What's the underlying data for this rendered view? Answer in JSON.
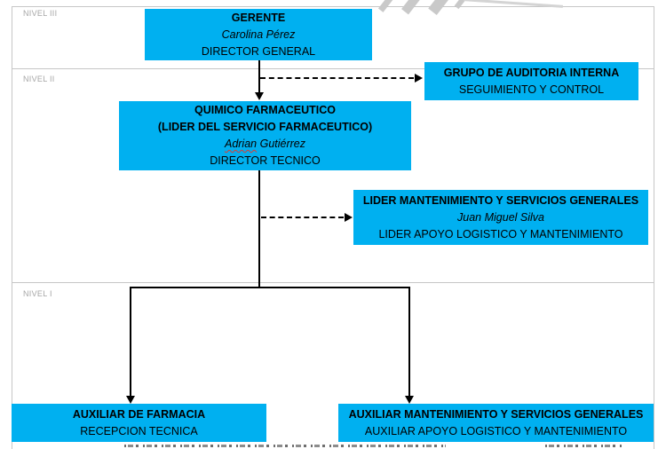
{
  "levels": {
    "nivel_iii": "NIVEL III",
    "nivel_ii": "NIVEL II",
    "nivel_i": "NIVEL I"
  },
  "boxes": {
    "gerente": {
      "title": "GERENTE",
      "name": "Carolina Pérez",
      "role": "DIRECTOR GENERAL"
    },
    "auditoria": {
      "title": "GRUPO DE AUDITORIA INTERNA",
      "role": "SEGUIMIENTO Y CONTROL"
    },
    "quimico": {
      "title": "QUIMICO FARMACEUTICO",
      "subtitle": "(LIDER DEL SERVICIO FARMACEUTICO)",
      "name_misspelled": "Adrian",
      "name_rest": " Gutiérrez",
      "role": "DIRECTOR TECNICO"
    },
    "lider_mantenimiento": {
      "title": "LIDER MANTENIMIENTO Y SERVICIOS GENERALES",
      "name": "Juan Miguel Silva",
      "role": "LIDER APOYO LOGISTICO Y MANTENIMIENTO"
    },
    "auxiliar_farmacia": {
      "title": "AUXILIAR DE FARMACIA",
      "role": "RECEPCION TECNICA"
    },
    "auxiliar_mantenimiento": {
      "title": "AUXILIAR MANTENIMIENTO Y SERVICIOS GENERALES",
      "role": "AUXILIAR APOYO LOGISTICO Y MANTENIMIENTO"
    }
  },
  "colors": {
    "box_fill": "#00b0f0",
    "box_text": "#000000",
    "level_label": "#a6a6a6",
    "grid_line": "#c6c6c6",
    "connector": "#000000",
    "spellcheck_underline": "#e03a2f"
  }
}
